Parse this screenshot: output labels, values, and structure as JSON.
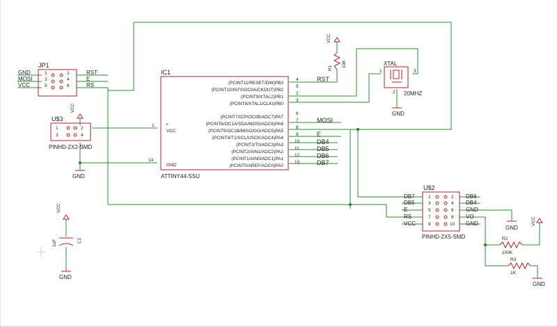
{
  "jp1": {
    "ref": "JP1",
    "left_labels": [
      "GND",
      "MOSI",
      "VCC"
    ],
    "right_labels": [
      "RST",
      "E",
      "RS"
    ],
    "pins_left": [
      "1",
      "3",
      "5"
    ],
    "pins_right": [
      "2",
      "4",
      "6"
    ]
  },
  "u3": {
    "ref": "U$3",
    "value": "PINHD-2X2-SMD",
    "pins_left": [
      "1",
      "3"
    ],
    "pins_right": [
      "2",
      "4"
    ],
    "vcc": "VCC",
    "gnd": "GND"
  },
  "ic1": {
    "ref": "IC1",
    "value": "ATTINY44-SSU",
    "right_pins": [
      {
        "label": "(PCINT11/RESET/DW)PB3",
        "num": "4"
      },
      {
        "label": "(PCINT10/INT0/OC0A/CKOUT)PB2",
        "num": "5"
      },
      {
        "label": "(PCINT9/XTAL2)PB1",
        "num": "2"
      },
      {
        "label": "(PCINT8/XTAL1/CLKI)PB0",
        "num": "3"
      },
      {
        "label": "(PCINT7/ICP/OC0B/ADC7)PA7",
        "num": "6"
      },
      {
        "label": "(PCINT6/OC1A/SDA/MOSI/ADC6)PA6",
        "num": "7"
      },
      {
        "label": "(PCINT5/OC1B/MISO/DO/ADC5)PA5",
        "num": "8"
      },
      {
        "label": "(PCINT4/T1/SCL/USCK/ADC4)PA4",
        "num": "9"
      },
      {
        "label": "(PCINT3/T0/ADC3)PA3",
        "num": "10"
      },
      {
        "label": "(PCINT2/AIN1/ADC2)PA2",
        "num": "11"
      },
      {
        "label": "(PCINT1/AIN0/ADC1)PA1",
        "num": "12"
      },
      {
        "label": "(PCINT0/AREF/ADC0)PA0",
        "num": "13"
      }
    ],
    "vcc_label": "VCC",
    "vcc_num": "1",
    "gnd_label": "GND",
    "gnd_num": "14"
  },
  "nets": {
    "rst": "RST",
    "mosi": "MOSI",
    "e": "E",
    "db4": "DB4",
    "db5": "DB5",
    "db6": "DB6",
    "db7": "DB7"
  },
  "r1": {
    "ref": "R1",
    "value": "10K",
    "vcc": "VCC"
  },
  "xtal": {
    "ref": "XTAL",
    "value": "20MHZ",
    "pin1": "1",
    "pin2": "2",
    "pin3": "3",
    "gnd": "GND"
  },
  "c1": {
    "ref": "C1",
    "value": "1uF",
    "vcc": "VCC",
    "gnd": "GND"
  },
  "u2": {
    "ref": "U$2",
    "value": "PINHD-2X5-SMD",
    "left_labels": [
      "DB7",
      "DB5",
      "E",
      "RS",
      "VCC"
    ],
    "right_labels": [
      "DB6",
      "DB4",
      "GND",
      "VO",
      "GND"
    ],
    "pins_left": [
      "1",
      "3",
      "5",
      "7",
      "9"
    ],
    "pins_right": [
      "2",
      "4",
      "6",
      "8",
      "10"
    ],
    "gnd": "GND",
    "vcc": "VCC"
  },
  "r2": {
    "ref": "R2",
    "value": "100K"
  },
  "r3": {
    "ref": "R3",
    "value": "1K",
    "gnd": "GND"
  }
}
